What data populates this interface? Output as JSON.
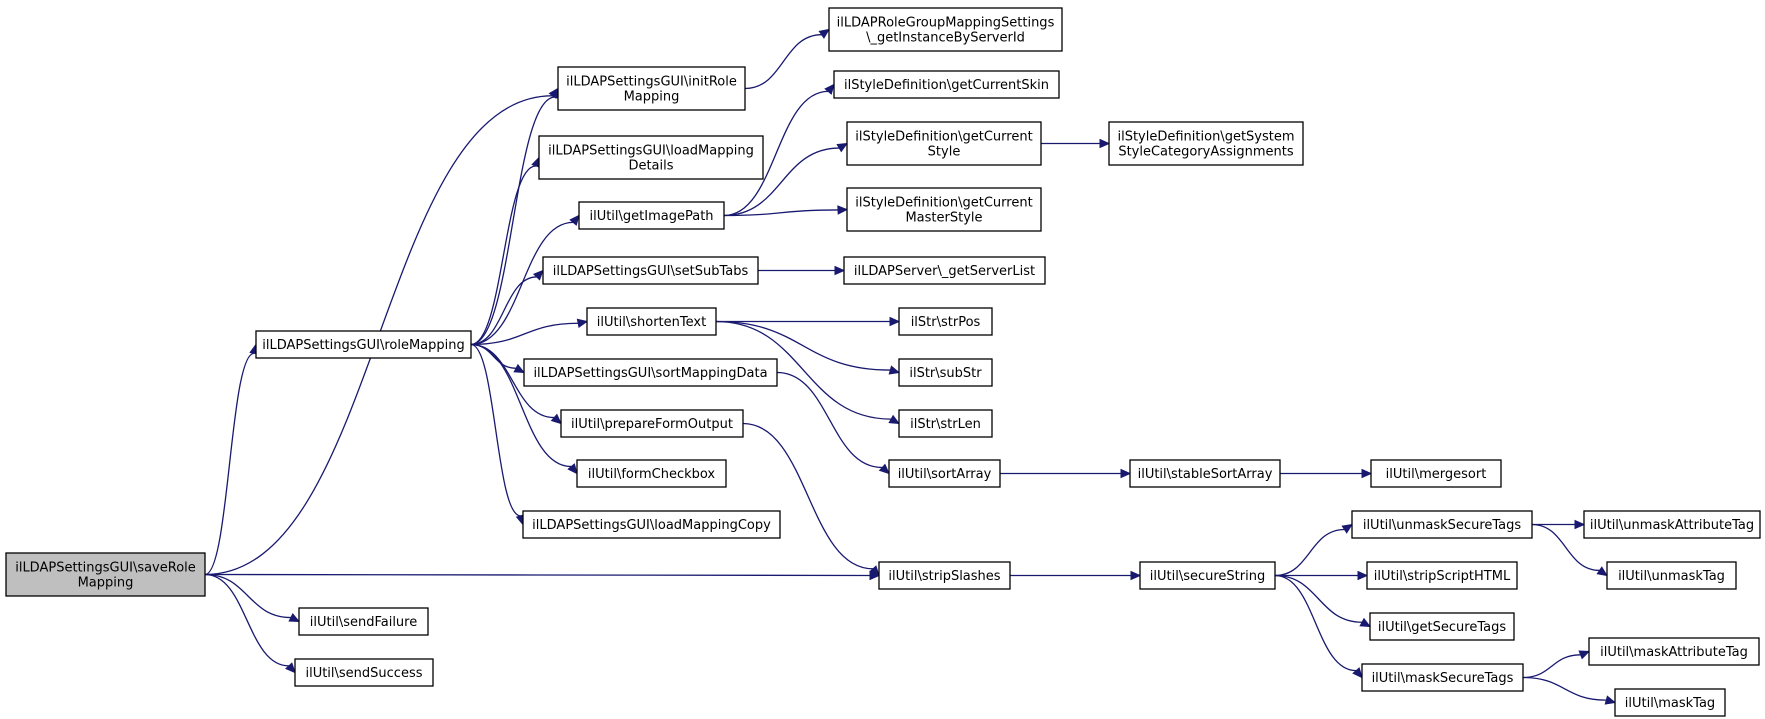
{
  "colors": {
    "edge": "#191970",
    "root_fill": "#bfbfbf",
    "node_fill": "#ffffff",
    "border": "#000000"
  },
  "nodes": [
    {
      "id": "saveRole",
      "lines": [
        "ilLDAPSettingsGUI\\saveRole",
        "Mapping"
      ],
      "root": true
    },
    {
      "id": "roleMapping",
      "lines": [
        "ilLDAPSettingsGUI\\roleMapping"
      ]
    },
    {
      "id": "stripSlashes",
      "lines": [
        "ilUtil\\stripSlashes"
      ]
    },
    {
      "id": "sendFailure",
      "lines": [
        "ilUtil\\sendFailure"
      ]
    },
    {
      "id": "sendSuccess",
      "lines": [
        "ilUtil\\sendSuccess"
      ]
    },
    {
      "id": "initRole",
      "lines": [
        "ilLDAPSettingsGUI\\initRole",
        "Mapping"
      ]
    },
    {
      "id": "loadDetails",
      "lines": [
        "ilLDAPSettingsGUI\\loadMapping",
        "Details"
      ]
    },
    {
      "id": "getImagePath",
      "lines": [
        "ilUtil\\getImagePath"
      ]
    },
    {
      "id": "setSubTabs",
      "lines": [
        "ilLDAPSettingsGUI\\setSubTabs"
      ]
    },
    {
      "id": "shortenText",
      "lines": [
        "ilUtil\\shortenText"
      ]
    },
    {
      "id": "sortMapping",
      "lines": [
        "ilLDAPSettingsGUI\\sortMappingData"
      ]
    },
    {
      "id": "prepareForm",
      "lines": [
        "ilUtil\\prepareFormOutput"
      ]
    },
    {
      "id": "formCheckbox",
      "lines": [
        "ilUtil\\formCheckbox"
      ]
    },
    {
      "id": "loadCopy",
      "lines": [
        "ilLDAPSettingsGUI\\loadMappingCopy"
      ]
    },
    {
      "id": "getInstance",
      "lines": [
        "ilLDAPRoleGroupMappingSettings",
        "\\_getInstanceByServerId"
      ]
    },
    {
      "id": "currentSkin",
      "lines": [
        "ilStyleDefinition\\getCurrentSkin"
      ]
    },
    {
      "id": "currentStyle",
      "lines": [
        "ilStyleDefinition\\getCurrent",
        "Style"
      ]
    },
    {
      "id": "masterStyle",
      "lines": [
        "ilStyleDefinition\\getCurrent",
        "MasterStyle"
      ]
    },
    {
      "id": "sysStyle",
      "lines": [
        "ilStyleDefinition\\getSystem",
        "StyleCategoryAssignments"
      ]
    },
    {
      "id": "serverList",
      "lines": [
        "ilLDAPServer\\_getServerList"
      ]
    },
    {
      "id": "strPos",
      "lines": [
        "ilStr\\strPos"
      ]
    },
    {
      "id": "subStr",
      "lines": [
        "ilStr\\subStr"
      ]
    },
    {
      "id": "strLen",
      "lines": [
        "ilStr\\strLen"
      ]
    },
    {
      "id": "sortArray",
      "lines": [
        "ilUtil\\sortArray"
      ]
    },
    {
      "id": "stableSort",
      "lines": [
        "ilUtil\\stableSortArray"
      ]
    },
    {
      "id": "mergesort",
      "lines": [
        "ilUtil\\mergesort"
      ]
    },
    {
      "id": "secureString",
      "lines": [
        "ilUtil\\secureString"
      ]
    },
    {
      "id": "unmaskSecure",
      "lines": [
        "ilUtil\\unmaskSecureTags"
      ]
    },
    {
      "id": "stripScript",
      "lines": [
        "ilUtil\\stripScriptHTML"
      ]
    },
    {
      "id": "getSecure",
      "lines": [
        "ilUtil\\getSecureTags"
      ]
    },
    {
      "id": "maskSecure",
      "lines": [
        "ilUtil\\maskSecureTags"
      ]
    },
    {
      "id": "unmaskAttr",
      "lines": [
        "ilUtil\\unmaskAttributeTag"
      ]
    },
    {
      "id": "unmaskTag",
      "lines": [
        "ilUtil\\unmaskTag"
      ]
    },
    {
      "id": "maskAttr",
      "lines": [
        "ilUtil\\maskAttributeTag"
      ]
    },
    {
      "id": "maskTag",
      "lines": [
        "ilUtil\\maskTag"
      ]
    }
  ],
  "edges": [
    [
      "saveRole",
      "initRole"
    ],
    [
      "saveRole",
      "roleMapping"
    ],
    [
      "saveRole",
      "stripSlashes"
    ],
    [
      "saveRole",
      "sendFailure"
    ],
    [
      "saveRole",
      "sendSuccess"
    ],
    [
      "roleMapping",
      "initRole"
    ],
    [
      "roleMapping",
      "loadDetails"
    ],
    [
      "roleMapping",
      "getImagePath"
    ],
    [
      "roleMapping",
      "setSubTabs"
    ],
    [
      "roleMapping",
      "shortenText"
    ],
    [
      "roleMapping",
      "sortMapping"
    ],
    [
      "roleMapping",
      "prepareForm"
    ],
    [
      "roleMapping",
      "formCheckbox"
    ],
    [
      "roleMapping",
      "loadCopy"
    ],
    [
      "initRole",
      "getInstance"
    ],
    [
      "getImagePath",
      "currentSkin"
    ],
    [
      "getImagePath",
      "currentStyle"
    ],
    [
      "getImagePath",
      "masterStyle"
    ],
    [
      "currentStyle",
      "sysStyle"
    ],
    [
      "setSubTabs",
      "serverList"
    ],
    [
      "shortenText",
      "strPos"
    ],
    [
      "shortenText",
      "subStr"
    ],
    [
      "shortenText",
      "strLen"
    ],
    [
      "sortMapping",
      "sortArray"
    ],
    [
      "sortArray",
      "stableSort"
    ],
    [
      "stableSort",
      "mergesort"
    ],
    [
      "prepareForm",
      "stripSlashes"
    ],
    [
      "stripSlashes",
      "secureString"
    ],
    [
      "secureString",
      "unmaskSecure"
    ],
    [
      "secureString",
      "stripScript"
    ],
    [
      "secureString",
      "getSecure"
    ],
    [
      "secureString",
      "maskSecure"
    ],
    [
      "unmaskSecure",
      "unmaskAttr"
    ],
    [
      "unmaskSecure",
      "unmaskTag"
    ],
    [
      "maskSecure",
      "maskAttr"
    ],
    [
      "maskSecure",
      "maskTag"
    ]
  ]
}
